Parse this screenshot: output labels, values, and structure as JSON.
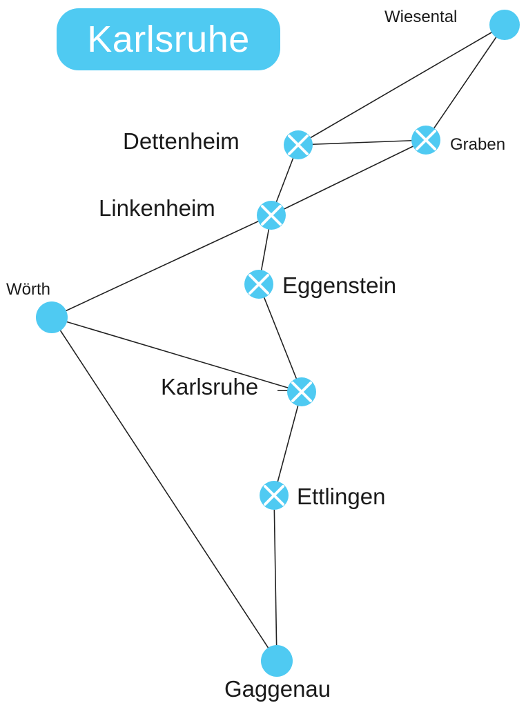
{
  "title": "Karlsruhe",
  "colors": {
    "node": "#4fcaf2",
    "edge": "#222222",
    "mark": "#ffffff",
    "text": "#1a1a1a"
  },
  "stations": {
    "wiesental": {
      "label": "Wiesental",
      "type": "terminus"
    },
    "dettenheim": {
      "label": "Dettenheim",
      "type": "interchange"
    },
    "graben": {
      "label": "Graben",
      "type": "interchange"
    },
    "linkenheim": {
      "label": "Linkenheim",
      "type": "interchange"
    },
    "woerth": {
      "label": "Wörth",
      "type": "terminus"
    },
    "eggenstein": {
      "label": "Eggenstein",
      "type": "interchange"
    },
    "karlsruhe": {
      "label": "Karlsruhe",
      "type": "interchange"
    },
    "ettlingen": {
      "label": "Ettlingen",
      "type": "interchange"
    },
    "gaggenau": {
      "label": "Gaggenau",
      "type": "terminus"
    }
  },
  "connections": [
    [
      "wiesental",
      "dettenheim"
    ],
    [
      "wiesental",
      "graben"
    ],
    [
      "dettenheim",
      "graben"
    ],
    [
      "dettenheim",
      "linkenheim"
    ],
    [
      "graben",
      "linkenheim"
    ],
    [
      "linkenheim",
      "woerth"
    ],
    [
      "linkenheim",
      "eggenstein"
    ],
    [
      "eggenstein",
      "karlsruhe"
    ],
    [
      "woerth",
      "karlsruhe"
    ],
    [
      "karlsruhe",
      "ettlingen"
    ],
    [
      "ettlingen",
      "gaggenau"
    ],
    [
      "woerth",
      "gaggenau"
    ]
  ]
}
